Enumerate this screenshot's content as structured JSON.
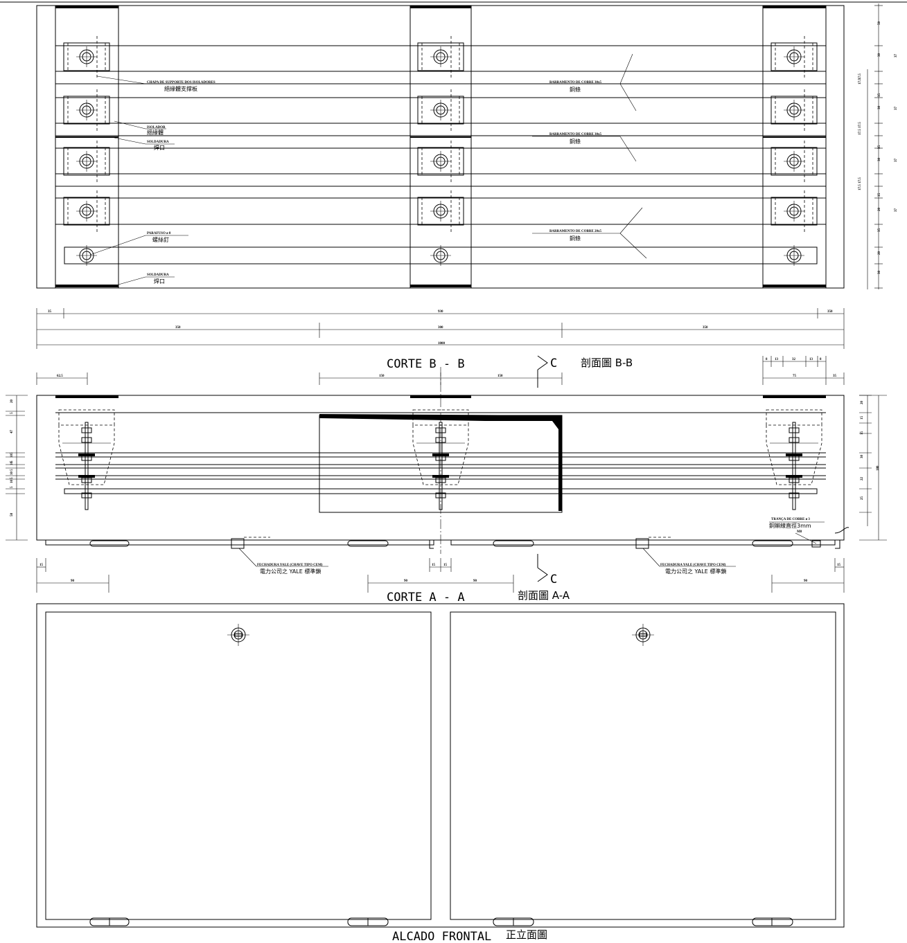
{
  "titles": {
    "section_b": "CORTE   B  -  B",
    "section_b_cn": "剖面圖 B-B",
    "section_a": "CORTE   A  -  A",
    "section_a_cn": "剖面圖 A-A",
    "front": "ALCADO FRONTAL",
    "front_cn": "正立面圖",
    "cut_mark": "C"
  },
  "labels": {
    "chapa": "CHAPA DE SUPPORTE DOS ISOLADORES",
    "chapa_cn": "絕緣體支撑板",
    "isolador": "ISOLADOR",
    "isolador_cn": "絕緣體",
    "soldadura": "SOLDADURA",
    "soldadura_cn": "焊口",
    "parafuso": "PARAFUSO ø 8",
    "parafuso_cn": "螺絲釘",
    "soldadura2": "SOLDADURA",
    "soldadura2_cn": "焊口",
    "barramento1": "BARRAMENTO DE COBRE 30x5",
    "barramento1_cn": "銅條",
    "barramento2": "BARRAMENTO DE COBRE 30x5",
    "barramento2_cn": "銅條",
    "barramento3": "BARRAMENTO DE COBRE 20x5",
    "barramento3_cn": "銅條",
    "trança": "TRANÇA DE COBRE ø 3",
    "trança_cn": "銅辮線直徑3mm",
    "m8": "M8",
    "fechadura1": "FECHADURA YALE (CHAVE TIPO CEM)",
    "fechadura1_cn": "電力公司之 YALE 標準鎖",
    "fechadura2": "FECHADURA YALE (CHAVE TIPO CEM)",
    "fechadura2_cn": "電力公司之 YALE 標準鎖"
  },
  "dims": {
    "top_35": "35",
    "top_930": "930",
    "top_350r": "350",
    "mid_350a": "350",
    "mid_300": "300",
    "mid_350b": "350",
    "total": "1000",
    "d625": "62.5",
    "d150a": "150",
    "d150b": "150",
    "d8a": "8",
    "d13a": "13",
    "d32": "32",
    "d13b": "13",
    "d8b": "8",
    "d75": "75",
    "d35": "35",
    "b15a": "15",
    "b90a": "90",
    "b15b": "15",
    "b15c": "15",
    "b90b": "90",
    "b90c": "90",
    "b15d": "15",
    "b90d": "90",
    "right_top": [
      "50",
      "30",
      "37",
      "17.5",
      "17.5",
      "35",
      "30",
      "37",
      "17.5",
      "17.5",
      "35",
      "30",
      "37",
      "17.5",
      "17.5",
      "35",
      "20",
      "37",
      "35",
      "20",
      "30"
    ],
    "right_mid": [
      "20",
      "15",
      "15",
      "30",
      "22",
      "25",
      "180"
    ],
    "left_mid": [
      "20",
      "5",
      "47",
      "5",
      "10",
      "5",
      "10",
      "5",
      "10",
      "5",
      "10",
      "5",
      "58"
    ]
  }
}
